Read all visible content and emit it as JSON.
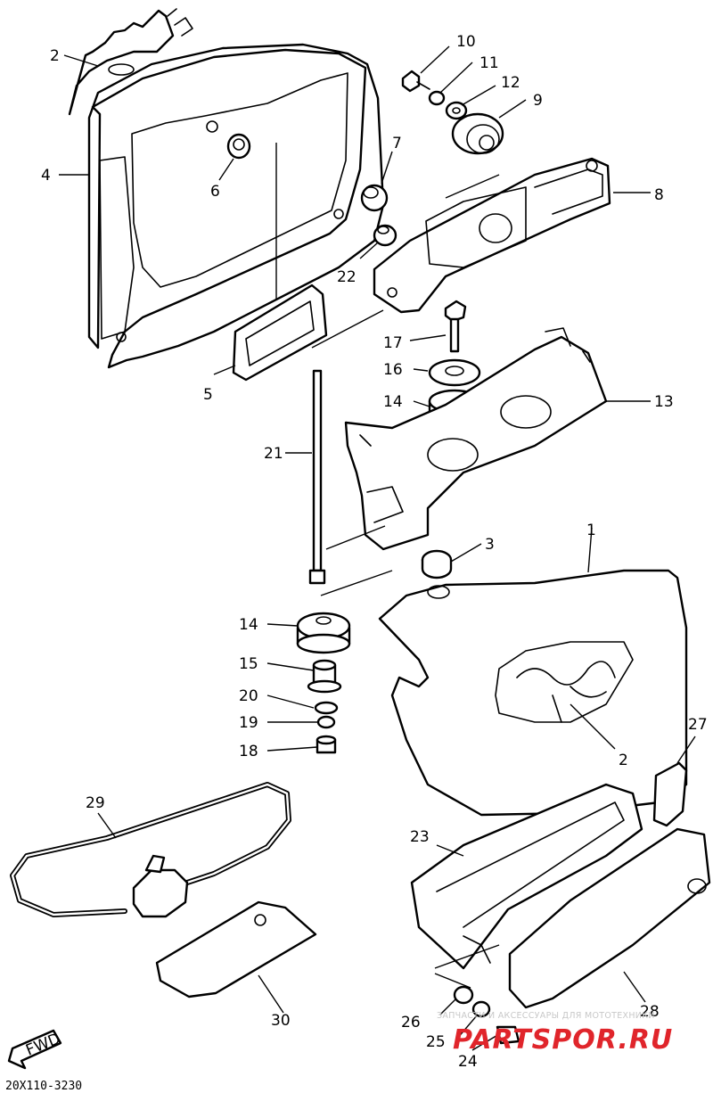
{
  "diagram_code": "20X110-3230",
  "fwd_label": "FWD",
  "watermark": {
    "tagline": "ЗАПЧАСТИ И АКСЕССУАРЫ ДЛЯ МОТОТЕХНИКИ",
    "brand": "PARTSPOR.RU"
  },
  "callouts": [
    "2",
    "4",
    "6",
    "5",
    "10",
    "11",
    "12",
    "9",
    "7",
    "8",
    "22",
    "17",
    "16",
    "14",
    "13",
    "21",
    "3",
    "1",
    "14",
    "15",
    "20",
    "19",
    "18",
    "2",
    "27",
    "29",
    "23",
    "30",
    "28",
    "26",
    "25",
    "24"
  ]
}
